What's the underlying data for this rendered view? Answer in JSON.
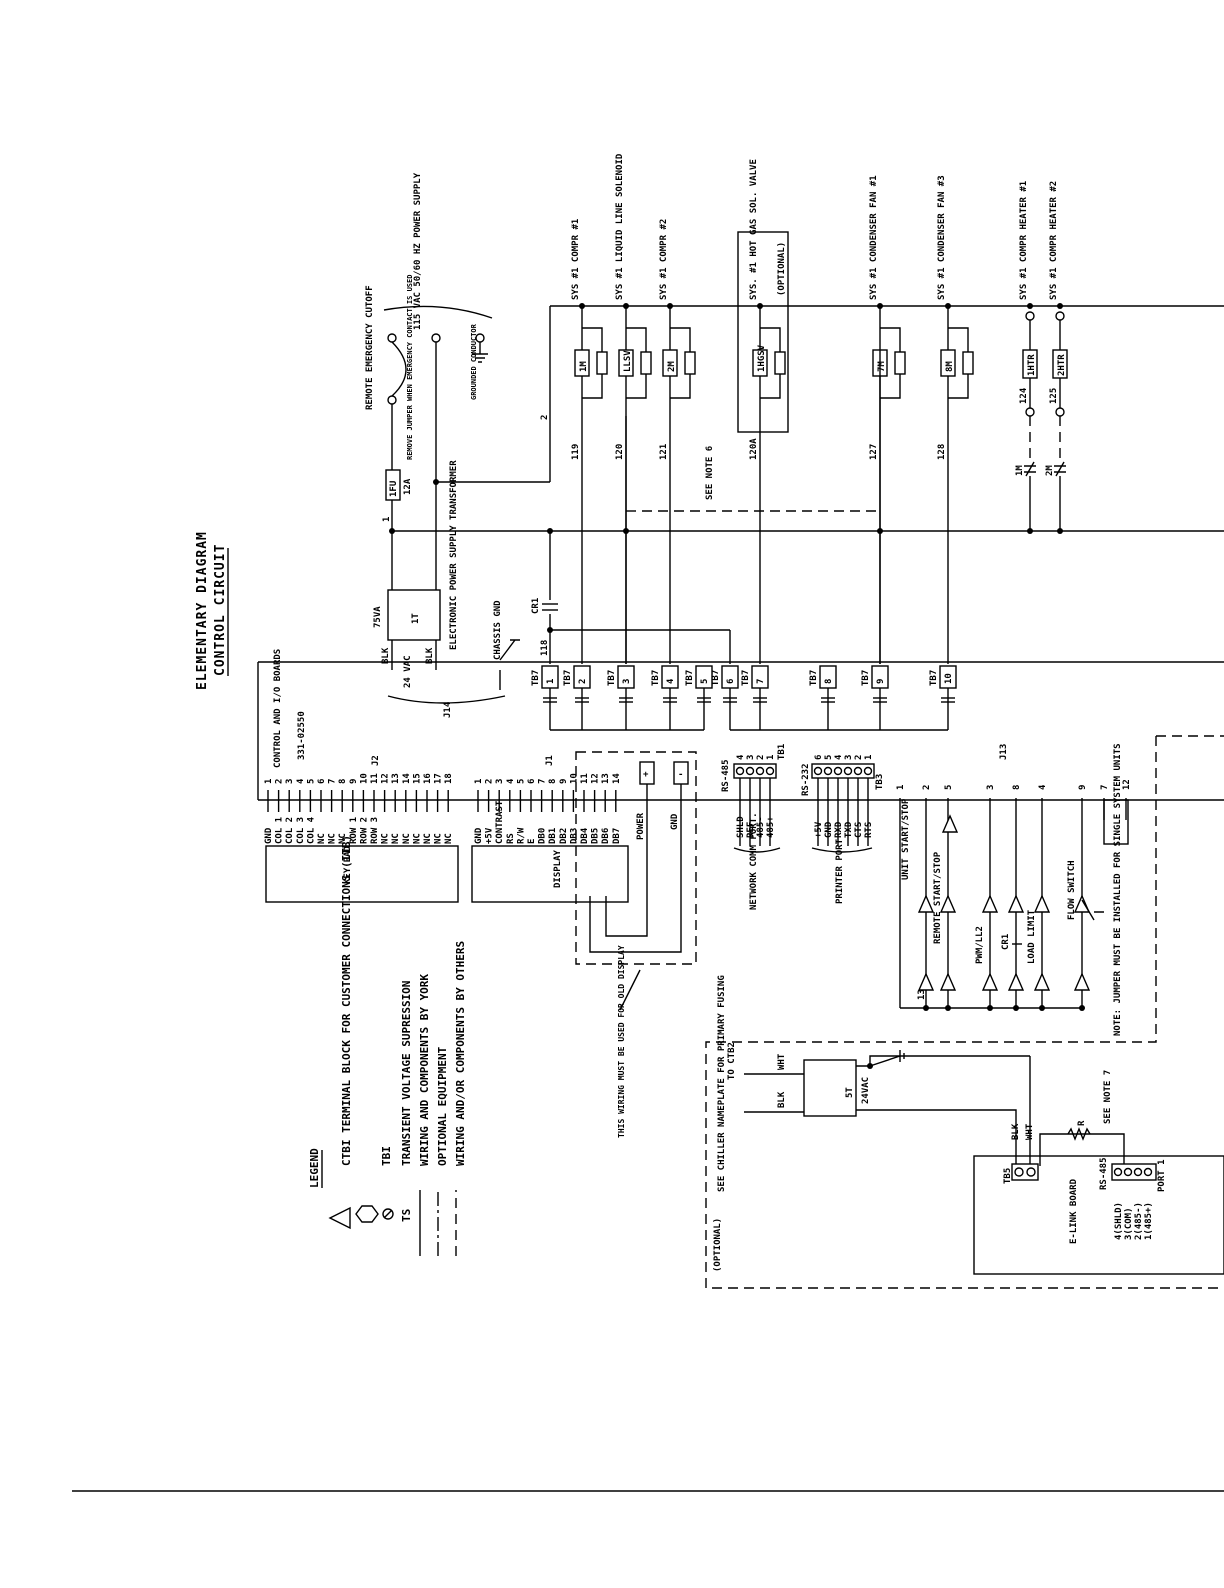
{
  "title": "ELEMENTARY DIAGRAM",
  "subtitle": "CONTROL CIRCUIT",
  "legend": {
    "heading": "LEGEND",
    "items": [
      {
        "symbol": "triangle-hexagon",
        "text": "CTBI TERMINAL BLOCK FOR CUSTOMER CONNECTIONS (ITB)"
      },
      {
        "symbol": "circle-slash",
        "text": "TBI"
      },
      {
        "symbol": "TS",
        "text": "TRANSIENT VOLTAGE SUPRESSION"
      },
      {
        "symbol": "solid-line",
        "text": "WIRING AND COMPONENTS BY YORK"
      },
      {
        "symbol": "dash-dot-line",
        "text": "OPTIONAL EQUIPMENT"
      },
      {
        "symbol": "dashed-line",
        "text": "WIRING AND/OR COMPONENTS BY OTHERS"
      }
    ]
  },
  "power": {
    "supply": "115 VAC 50/60 HZ POWER SUPPLY",
    "cutoff": "REMOTE EMERGENCY CUTOFF",
    "jumper_note": "REMOVE JUMPER WHEN EMERGENCY CONTACT IS USED",
    "ground": "GROUNDED CONDUCTOR",
    "fuse": "1FU",
    "fuse_rating": "12A",
    "transformer_va": "75VA",
    "transformer_id": "1T",
    "transformer_name": "ELECTRONIC POWER SUPPLY TRANSFORMER",
    "chassis": "CHASSIS GND",
    "vac": "24 VAC",
    "blk": "BLK",
    "j14": "J14",
    "cr1": "CR1"
  },
  "board": {
    "name": "CONTROL AND I/O BOARDS",
    "part": "331-02550"
  },
  "rungs": [
    {
      "wire": "119",
      "device": "1M",
      "label": "SYS #1 COMPR #1",
      "tb": "2"
    },
    {
      "wire": "120",
      "device": "LLSV",
      "label": "SYS #1 LIQUID LINE SOLENOID",
      "tb": "3"
    },
    {
      "wire": "121",
      "device": "2M",
      "label": "SYS #1 COMPR #2",
      "tb": "4"
    },
    {
      "wire": "120A",
      "device": "1HGSV",
      "label": "SYS. #1 HOT GAS SOL. VALVE",
      "opt": "(OPTIONAL)",
      "tb": "7"
    },
    {
      "wire": "127",
      "device": "7M",
      "label": "SYS #1 CONDENSER FAN #1",
      "tb": "9"
    },
    {
      "wire": "128",
      "device": "8M",
      "label": "SYS #1 CONDENSER FAN #3",
      "tb": "10"
    },
    {
      "wire": "124",
      "device": "1HTR",
      "label": "SYS #1 COMPR HEATER #1",
      "contact": "1M"
    },
    {
      "wire": "125",
      "device": "2HTR",
      "label": "SYS #1 COMPR HEATER #2",
      "contact": "2M"
    }
  ],
  "notes": {
    "note6": "SEE NOTE 6",
    "note7": "SEE NOTE 7",
    "old_display": "THIS WIRING MUST BE USED FOR OLD DISPLAY",
    "jumper": "NOTE: JUMPER MUST BE INSTALLED FOR SINGLE SYSTEM UNITS",
    "nameplate": "SEE CHILLER NAMEPLATE FOR PRIMARY FUSING",
    "optional": "(OPTIONAL)",
    "to_ctb2": "TO CTB2"
  },
  "j2": {
    "label": "J2",
    "pins": [
      "GND",
      "COL 1",
      "COL 2",
      "COL 3",
      "COL 4",
      "NC",
      "NC",
      "NC",
      "ROW 1",
      "ROW 2",
      "ROW 3",
      "NC",
      "NC",
      "NC",
      "NC",
      "NC",
      "NC",
      "NC"
    ],
    "device": "KEY PAD"
  },
  "j1": {
    "label": "J1",
    "pins": [
      "GND",
      "+5V",
      "CONTRAST",
      "RS",
      "R/W",
      "E",
      "DB0",
      "DB1",
      "DB2",
      "DB3",
      "DB4",
      "DB5",
      "DB6",
      "DB7"
    ],
    "device": "DISPLAY",
    "power": "POWER",
    "gnd": "GND"
  },
  "tb1": {
    "name": "RS-485",
    "tag": "TB1",
    "pins": [
      "SHLD",
      "REF",
      "485-",
      "485+"
    ],
    "port": "NETWORK COMM PORT."
  },
  "tb3": {
    "name": "RS-232",
    "tag": "TB3",
    "pins": [
      "+5V",
      "GND",
      "RXD",
      "TXD",
      "CTS",
      "RTS"
    ],
    "port": "PRINTER PORT"
  },
  "j13": {
    "label": "J13",
    "unit": "UNIT START/STOP",
    "remote": "REMOTE START/STOP",
    "pwm": "PWM/LL2",
    "load": "LOAD LIMIT",
    "flow": "FLOW SWITCH"
  },
  "elink": {
    "board": "E-LINK BOARD",
    "tb5": "TB5",
    "st": "5T",
    "vac": "24VAC",
    "wht": "WHT",
    "blk": "BLK",
    "r": "R",
    "rs485": "RS-485",
    "port_pins": [
      "4(SHLD)",
      "3(COM)",
      "2(485-)",
      "1(485+)"
    ],
    "port": "PORT 1"
  }
}
